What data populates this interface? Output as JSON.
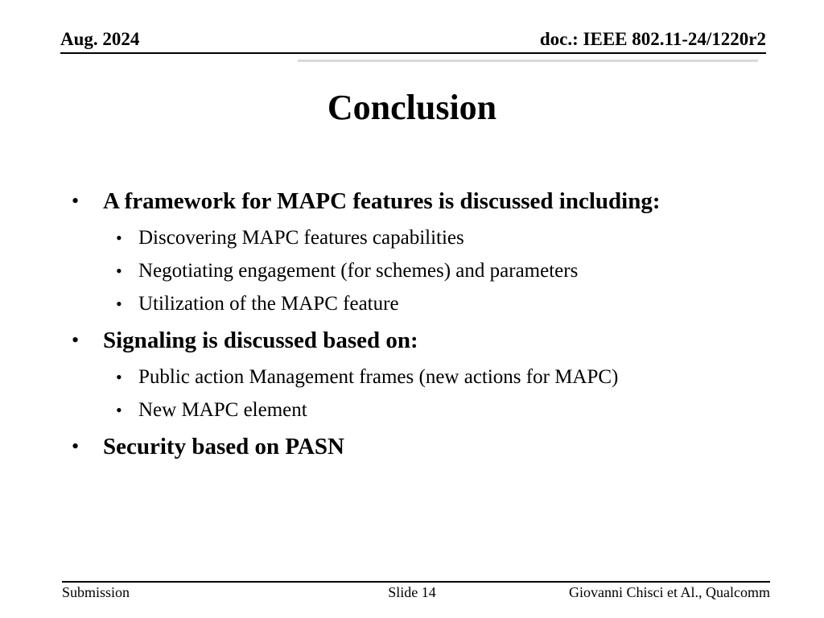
{
  "header": {
    "date": "Aug. 2024",
    "doc_id": "doc.: IEEE 802.11-24/1220r2"
  },
  "title": "Conclusion",
  "bullet_glyph": "•",
  "bullets": [
    {
      "level": 1,
      "text": "A framework for MAPC features is discussed including:"
    },
    {
      "level": 2,
      "text": "Discovering MAPC features capabilities"
    },
    {
      "level": 2,
      "text": "Negotiating engagement (for schemes) and parameters"
    },
    {
      "level": 2,
      "text": "Utilization of the MAPC feature"
    },
    {
      "level": 1,
      "text": "Signaling is discussed based on:"
    },
    {
      "level": 2,
      "text": "Public action Management frames (new actions for MAPC)"
    },
    {
      "level": 2,
      "text": "New MAPC element"
    },
    {
      "level": 1,
      "text": "Security based on PASN"
    }
  ],
  "footer": {
    "left": "Submission",
    "center": "Slide 14",
    "right": "Giovanni Chisci et Al., Qualcomm"
  },
  "colors": {
    "background": "#ffffff",
    "text": "#000000",
    "rule": "#000000",
    "rule_shadow": "#c9c9c9"
  }
}
